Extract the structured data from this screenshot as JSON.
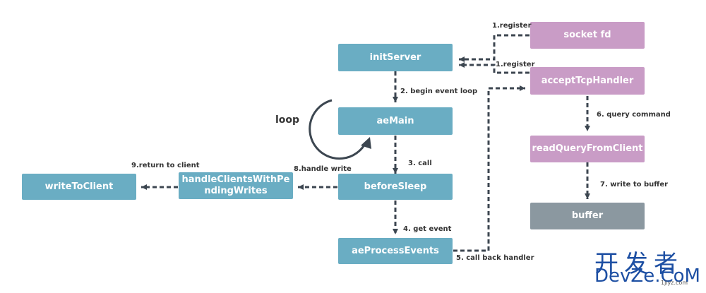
{
  "nodes": {
    "initServer": "initServer",
    "aeMain": "aeMain",
    "beforeSleep": "beforeSleep",
    "aeProcessEvents": "aeProcessEvents",
    "handleClients": "handleClientsWithPendingWrites",
    "writeToClient": "writeToClient",
    "socketFd": "socket fd",
    "acceptTcpHandler": "acceptTcpHandler",
    "readQueryFromClient": "readQueryFromClient",
    "buffer": "buffer"
  },
  "edges": {
    "register1": "1.register",
    "register2": "1.register",
    "beginLoop": "2. begin event loop",
    "call": "3. call",
    "getEvent": "4. get event",
    "callBack": "5. call back handler",
    "queryCommand": "6. query command",
    "writeBuffer": "7. write to buffer",
    "handleWrite": "8.handle write",
    "returnClient": "9.return to client"
  },
  "loop_label": "loop",
  "watermark": {
    "line1": "开发者",
    "line2": "DevZe.CoM",
    "line3": "1jiyz.com"
  },
  "colors": {
    "teal": "#6aadc3",
    "pink": "#c99cc6",
    "gray": "#8b98a0",
    "edge": "#3c4650"
  }
}
